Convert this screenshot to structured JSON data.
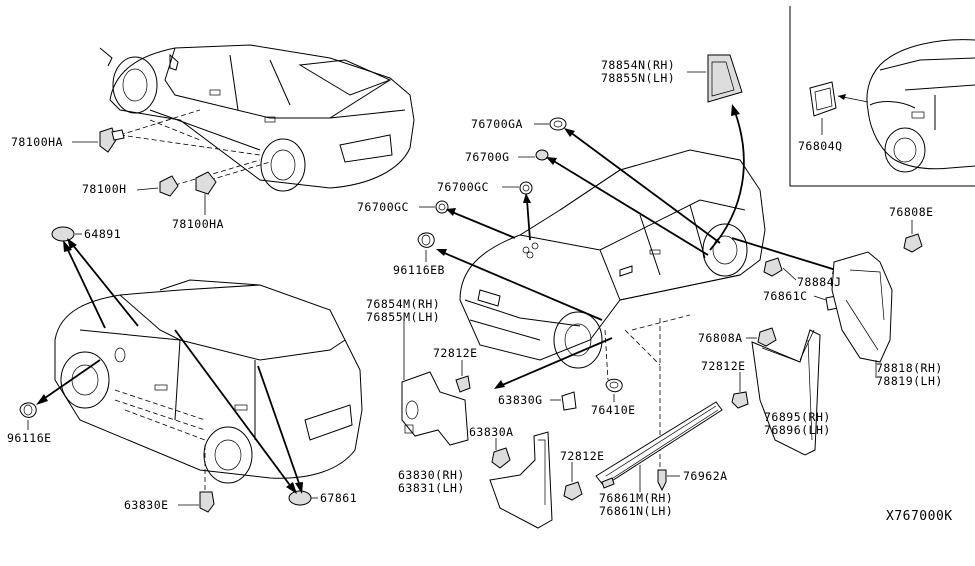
{
  "diagram": {
    "reference_code": "X767000K",
    "parts": [
      {
        "id": "p1",
        "text": "78100HA"
      },
      {
        "id": "p2",
        "text": "78100H"
      },
      {
        "id": "p3",
        "text": "78100HA"
      },
      {
        "id": "p4",
        "text": "64891"
      },
      {
        "id": "p5",
        "text": "96116E"
      },
      {
        "id": "p6",
        "text": "63830E"
      },
      {
        "id": "p7",
        "text": "67861"
      },
      {
        "id": "p8",
        "text": "76700GA"
      },
      {
        "id": "p9",
        "text": "76700G"
      },
      {
        "id": "p10",
        "text": "76700GC"
      },
      {
        "id": "p11",
        "text": "76700GC"
      },
      {
        "id": "p12",
        "text": "96116EB"
      },
      {
        "id": "p13",
        "text": "76854M(RH)\n76855M(LH)"
      },
      {
        "id": "p14",
        "text": "72812E"
      },
      {
        "id": "p15",
        "text": "63830G"
      },
      {
        "id": "p16",
        "text": "63830A"
      },
      {
        "id": "p17",
        "text": "63830(RH)\n63831(LH)"
      },
      {
        "id": "p18",
        "text": "72812E"
      },
      {
        "id": "p19",
        "text": "76410E"
      },
      {
        "id": "p20",
        "text": "76861M(RH)\n76861N(LH)"
      },
      {
        "id": "p21",
        "text": "76962A"
      },
      {
        "id": "p22",
        "text": "72812E"
      },
      {
        "id": "p23",
        "text": "76808A"
      },
      {
        "id": "p24",
        "text": "76895(RH)\n76896(LH)"
      },
      {
        "id": "p25",
        "text": "76861C"
      },
      {
        "id": "p26",
        "text": "78884J"
      },
      {
        "id": "p27",
        "text": "76808E"
      },
      {
        "id": "p28",
        "text": "78818(RH)\n78819(LH)"
      },
      {
        "id": "p29",
        "text": "78854N(RH)\n78855N(LH)"
      },
      {
        "id": "p30",
        "text": "76804Q"
      }
    ]
  }
}
